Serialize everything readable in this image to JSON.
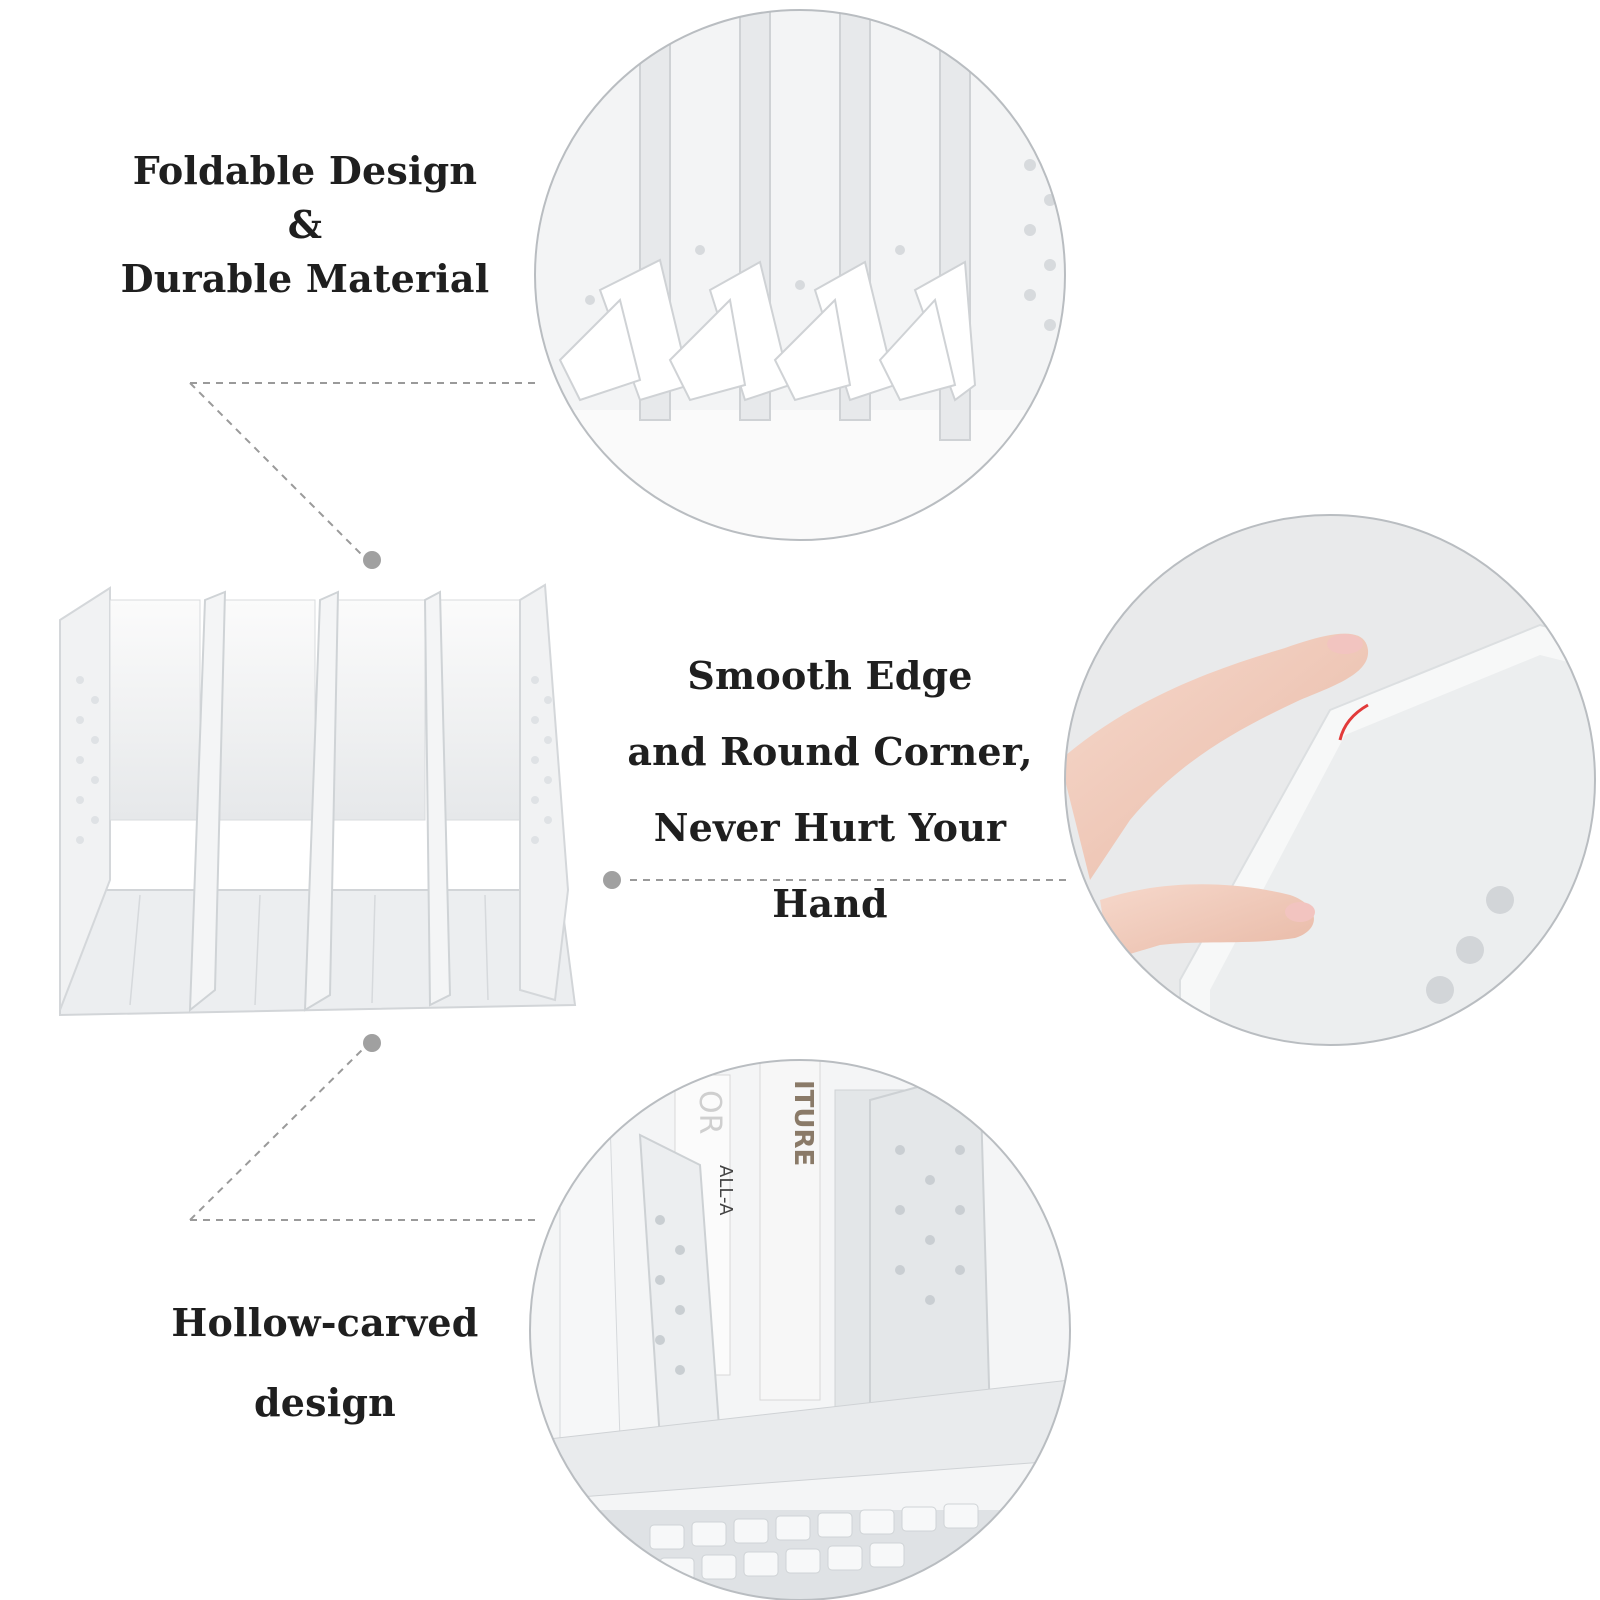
{
  "features": [
    {
      "id": "foldable",
      "lines": [
        "Foldable Design",
        "&",
        "Durable Material"
      ]
    },
    {
      "id": "smooth",
      "lines": [
        "Smooth Edge",
        "and Round Corner,",
        "Never Hurt Your Hand"
      ]
    },
    {
      "id": "hollow",
      "lines": [
        "Hollow-carved",
        "design"
      ]
    }
  ],
  "colors": {
    "text": "#1f1f1f",
    "connector": "#9a9a9a",
    "product": "#f2f3f4",
    "edge_highlight": "#e23a3a"
  },
  "photo_labels": {
    "book_spine_1": "ITURE",
    "book_spine_2": "ALL-A",
    "book_cover": "OR"
  }
}
